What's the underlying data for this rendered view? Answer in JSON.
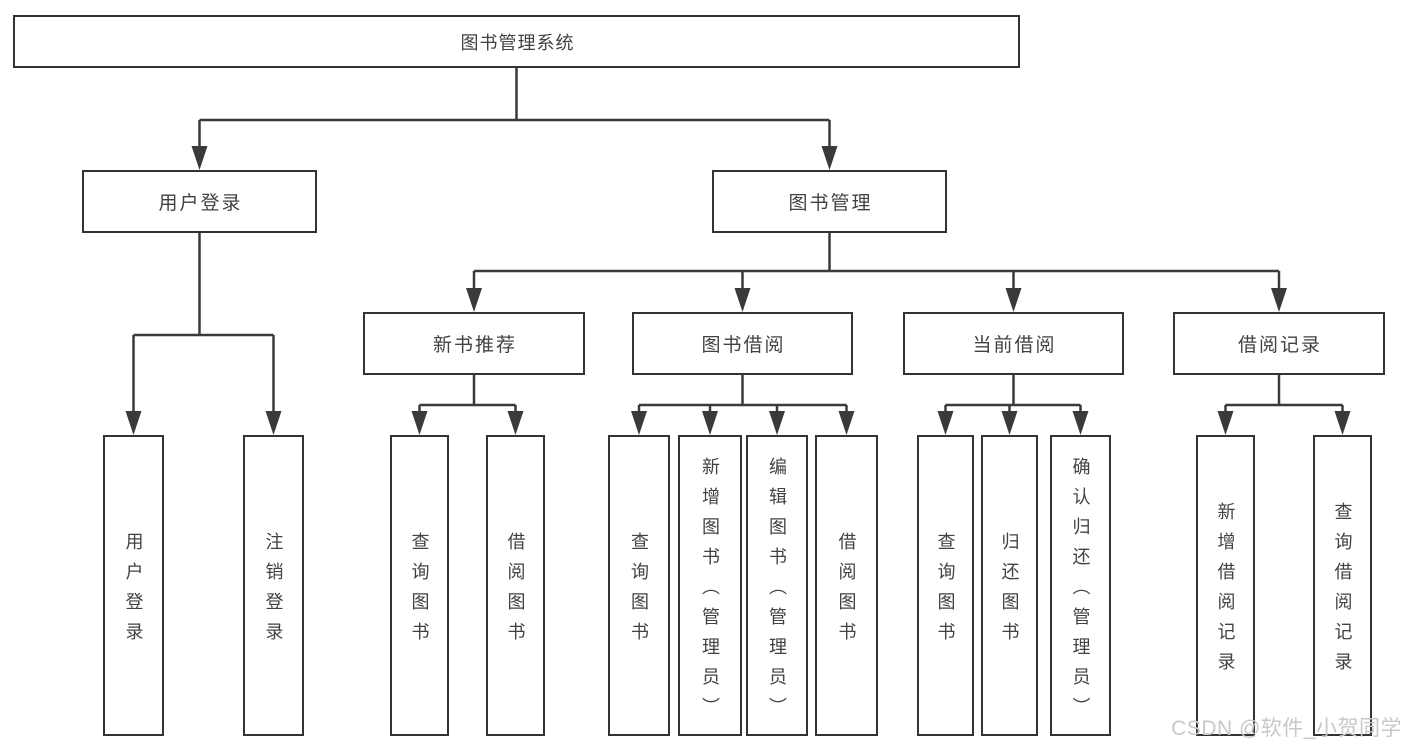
{
  "diagram": {
    "title": "图书管理系统",
    "nodes": {
      "root": "图书管理系统",
      "user_login": "用户登录",
      "book_mgmt": "图书管理",
      "new_book_rec": "新书推荐",
      "book_borrow": "图书借阅",
      "current_borrow": "当前借阅",
      "borrow_records": "借阅记录",
      "ul_login": "用户登录",
      "ul_logout": "注销登录",
      "nb_query": "查询图书",
      "nb_borrow": "借阅图书",
      "bb_query": "查询图书",
      "bb_add": "新增图书（管理员）",
      "bb_edit": "编辑图书（管理员）",
      "bb_borrow": "借阅图书",
      "cb_query": "查询图书",
      "cb_return": "归还图书",
      "cb_confirm": "确认归还（管理员）",
      "br_add": "新增借阅记录",
      "br_query": "查询借阅记录"
    }
  },
  "watermark": "CSDN @软件_小贺同学",
  "colors": {
    "line": "#3a3a3a",
    "border": "#333333",
    "text": "#424242",
    "background": "#ffffff",
    "watermark": "#c8c8c8"
  }
}
